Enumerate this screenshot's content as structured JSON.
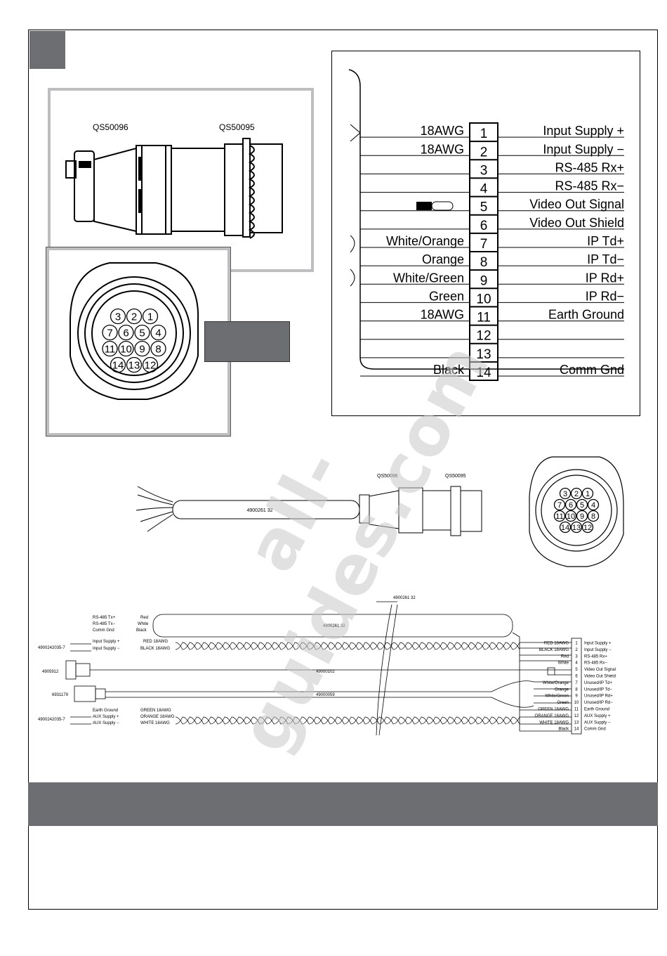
{
  "connector_view": {
    "labels": [
      "QS50096",
      "QS50095"
    ],
    "face_pins": [
      [
        "3",
        "2",
        "1"
      ],
      [
        "7",
        "6",
        "5",
        "4"
      ],
      [
        "11",
        "10",
        "9",
        "8"
      ],
      [
        "14",
        "13",
        "12"
      ]
    ]
  },
  "pin_table": {
    "rows": [
      {
        "pin": "1",
        "wire": "18AWG",
        "signal": "Input Supply +"
      },
      {
        "pin": "2",
        "wire": "18AWG",
        "signal": "Input Supply −"
      },
      {
        "pin": "3",
        "wire": "",
        "signal": "RS-485 Rx+"
      },
      {
        "pin": "4",
        "wire": "",
        "signal": "RS-485 Rx−"
      },
      {
        "pin": "5",
        "wire": "",
        "signal": "Video Out Signal"
      },
      {
        "pin": "6",
        "wire": "",
        "signal": "Video Out Shield"
      },
      {
        "pin": "7",
        "wire": "White/Orange",
        "signal": "IP Td+"
      },
      {
        "pin": "8",
        "wire": "Orange",
        "signal": "IP Td−"
      },
      {
        "pin": "9",
        "wire": "White/Green",
        "signal": "IP Rd+"
      },
      {
        "pin": "10",
        "wire": "Green",
        "signal": "IP Rd−"
      },
      {
        "pin": "11",
        "wire": "18AWG",
        "signal": "Earth Ground"
      },
      {
        "pin": "12",
        "wire": "",
        "signal": ""
      },
      {
        "pin": "13",
        "wire": "",
        "signal": ""
      },
      {
        "pin": "14",
        "wire": "Black",
        "signal": "Comm Gnd"
      }
    ]
  },
  "cable_assembly": {
    "cable_part": "4900261 32",
    "connector_labels": [
      "QS50096",
      "QS50095"
    ],
    "face_pins": [
      [
        "3",
        "2",
        "1"
      ],
      [
        "7",
        "6",
        "5",
        "4"
      ],
      [
        "11",
        "10",
        "9",
        "8"
      ],
      [
        "14",
        "13",
        "12"
      ]
    ]
  },
  "wiring": {
    "top_part": "4900261 32",
    "left_labels": [
      {
        "text": "RS-485 Tx+",
        "wire": "Red"
      },
      {
        "text": "RS-485 Tx−",
        "wire": "White"
      },
      {
        "text": "Comm Gnd",
        "wire": "Black"
      }
    ],
    "supply_part": "4900242035-7",
    "supply_lines": [
      {
        "text": "Input Supply +",
        "wire": "RED 18AWG"
      },
      {
        "text": "Input Supply −",
        "wire": "BLACK 18AWG"
      }
    ],
    "video_connector": "4905912",
    "video_cable": "49000102",
    "ethernet_connector": "6931179",
    "ethernet_cable": "49000059",
    "ground_lines": [
      {
        "text": "Earth Ground",
        "wire": "GREEN 18AWG"
      },
      {
        "text": "AUX Supply +",
        "wire": "ORANGE 18AWG"
      },
      {
        "text": "AUX Supply −",
        "wire": "WHITE 18AWG"
      }
    ],
    "ground_part": "4900242035-7",
    "pins": [
      {
        "pin": "1",
        "wire": "RED 18AWG",
        "signal": "Input Supply +"
      },
      {
        "pin": "2",
        "wire": "BLACK 18AWG",
        "signal": "Input Supply −"
      },
      {
        "pin": "3",
        "wire": "Red",
        "signal": "RS-485 Rx+"
      },
      {
        "pin": "4",
        "wire": "White",
        "signal": "RS-485 Rx−"
      },
      {
        "pin": "5",
        "wire": "",
        "signal": "Video Out Signal"
      },
      {
        "pin": "6",
        "wire": "",
        "signal": "Video Out Shield"
      },
      {
        "pin": "7",
        "wire": "White/Orange",
        "signal": "Unused/IP Td+"
      },
      {
        "pin": "8",
        "wire": "Orange",
        "signal": "Unused/IP Td−"
      },
      {
        "pin": "9",
        "wire": "White/Green",
        "signal": "Unused/IP Rd+"
      },
      {
        "pin": "10",
        "wire": "Green",
        "signal": "Unused/IP Rd−"
      },
      {
        "pin": "11",
        "wire": "GREEN 18AWG",
        "signal": "Earth Ground"
      },
      {
        "pin": "12",
        "wire": "ORANGE 18AWG",
        "signal": "AUX Supply +"
      },
      {
        "pin": "13",
        "wire": "WHITE 18AWG",
        "signal": "AUX Supply −"
      },
      {
        "pin": "14",
        "wire": "Black",
        "signal": "Comm Gnd"
      }
    ]
  },
  "watermark": "all-guides.com",
  "colors": {
    "panel_grey": "#6d6e71",
    "frame_grey": "#bdbec0"
  }
}
